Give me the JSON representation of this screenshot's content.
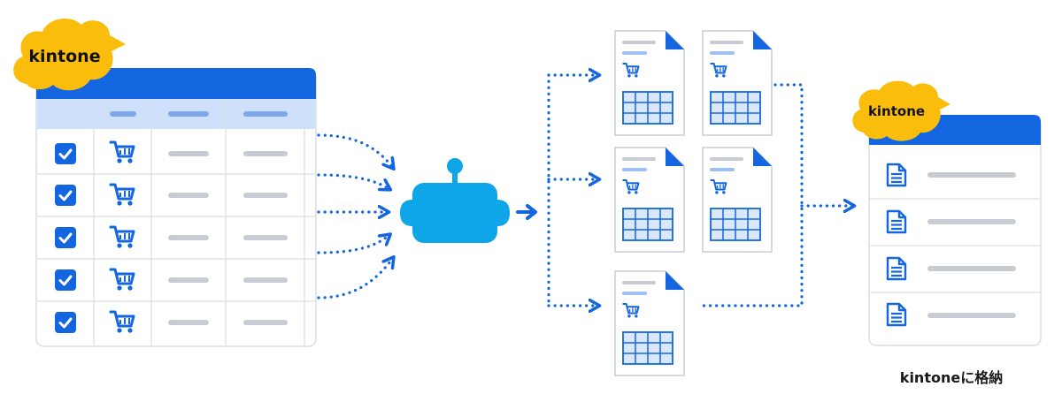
{
  "left_table": {
    "logo_label": "kintone",
    "row_count": 5
  },
  "right_panel": {
    "logo_label": "kintone",
    "row_count": 4,
    "caption": "kintoneに格納"
  },
  "documents": {
    "count": 5
  },
  "colors": {
    "brand_blue": "#1466e0",
    "header_light": "#cfe0fb",
    "robot": "#0ea5e9",
    "cloud": "#fbbd0c",
    "grey_bar": "#c8cbd1",
    "border": "#d9dde3"
  },
  "icons": [
    "checkbox-checked-icon",
    "shopping-cart-icon",
    "robot-icon",
    "document-icon",
    "arrow-right-icon"
  ]
}
